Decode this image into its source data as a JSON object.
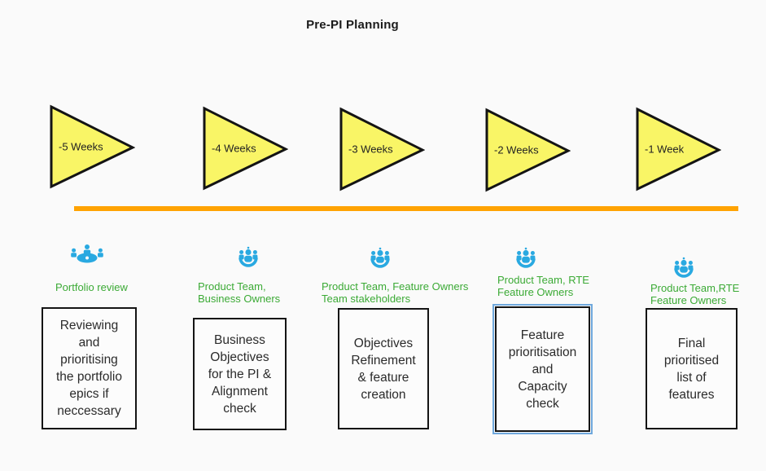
{
  "title": "Pre-PI Planning",
  "colors": {
    "background": "#FAFAFA",
    "triangle_fill": "#F9F566",
    "triangle_stroke": "#141414",
    "timeline": "#FFA302",
    "icon_blue": "#29A9E1",
    "label_green": "#3BAA35",
    "box_border": "#141414",
    "highlight_border": "#6FA8DC"
  },
  "milestones": [
    {
      "week": "-5 Weeks",
      "attendees": "Portfolio review",
      "activity": "Reviewing\nand\nprioritising\nthe portfolio\nepics if\nneccessary",
      "icon": "meeting-roundtable",
      "highlighted": false
    },
    {
      "week": "-4 Weeks",
      "attendees": "Product Team,\nBusiness Owners",
      "activity": "Business\nObjectives\nfor the PI &\nAlignment\ncheck",
      "icon": "meeting-group",
      "highlighted": false
    },
    {
      "week": "-3 Weeks",
      "attendees": "Product Team, Feature Owners\nTeam stakeholders",
      "activity": "Objectives\nRefinement\n& feature\ncreation",
      "icon": "meeting-group",
      "highlighted": false
    },
    {
      "week": "-2 Weeks",
      "attendees": "Product Team, RTE\nFeature Owners",
      "activity": "Feature\nprioritisation\nand\nCapacity\ncheck",
      "icon": "meeting-group",
      "highlighted": true
    },
    {
      "week": "-1 Week",
      "attendees": "Product Team,RTE\nFeature Owners",
      "activity": "Final\nprioritised\nlist of\nfeatures",
      "icon": "meeting-group",
      "highlighted": false
    }
  ]
}
